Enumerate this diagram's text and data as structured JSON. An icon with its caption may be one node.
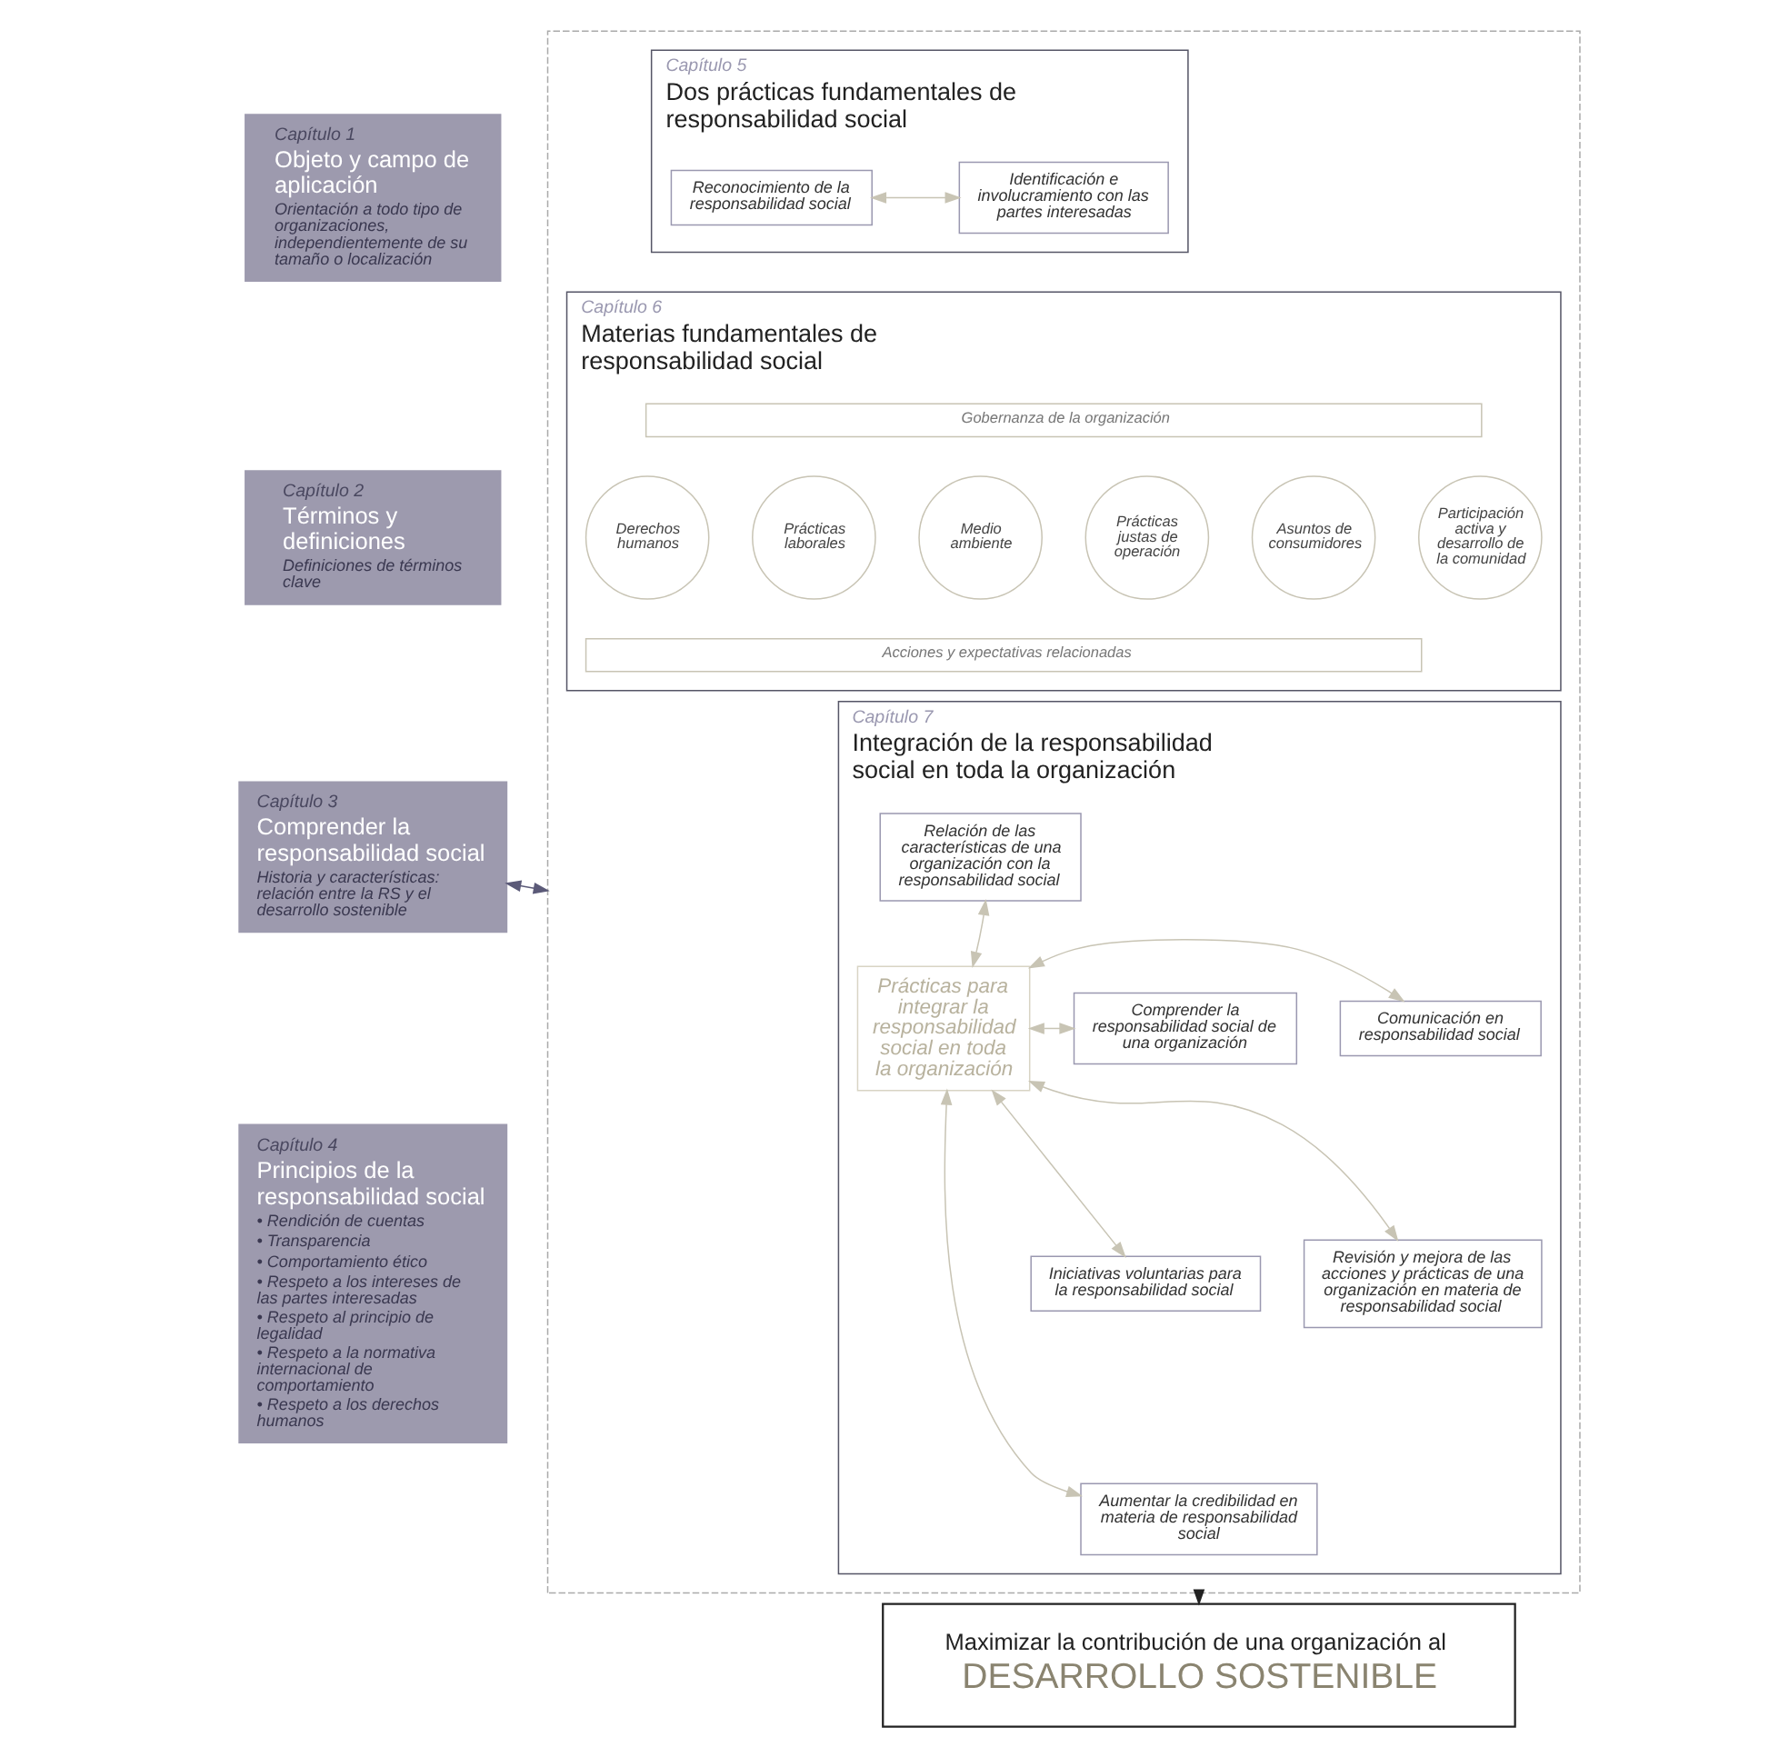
{
  "diagram": {
    "nodes": [
      {
        "text": [
          "Capítulo 1",
          "Objeto y campo de aplicación",
          "Orientación a todo tipo de organizaciones, independientemente de su tamaño o localización"
        ]
      },
      {
        "text": [
          "Capítulo 2",
          "Términos y definiciones",
          "Definiciones de términos clave"
        ]
      },
      {
        "text": [
          "Capítulo 3",
          "Comprender la responsabilidad social",
          "Historia y características: relación entre la RS y el desarrollo sostenible"
        ]
      },
      {
        "text": [
          "Capítulo 4",
          "Principios de la responsabilidad social",
          "• Rendición de cuentas",
          "• Transparencia",
          "• Comportamiento ético",
          "• Respeto a los intereses de las partes interesadas",
          "• Respeto al principio de legalidad",
          "• Respeto a la normativa internacional de comportamiento",
          "• Respeto a los derechos humanos"
        ]
      },
      {
        "text": [],
        "shape": "box"
      },
      {
        "text": [
          "Capítulo 5",
          "Dos prácticas fundamentales de responsabilidad social"
        ],
        "in": 4
      },
      {
        "text": [
          "Reconocimiento de la responsabilidad social"
        ],
        "in": 5
      },
      {
        "text": [
          "Identificación e involucramiento con las partes interesadas"
        ],
        "in": 5
      },
      {
        "text": [
          "Capítulo 6",
          "Materias fundamentales de responsabilidad social"
        ],
        "in": 4
      },
      {
        "text": [
          "Gobernanza de la organización"
        ],
        "in": 8
      },
      {
        "text": [
          "Derechos humanos"
        ],
        "in": 8
      },
      {
        "text": [
          "Prácticas laborales"
        ],
        "in": 8
      },
      {
        "text": [
          "Medio ambiente"
        ],
        "in": 8
      },
      {
        "text": [
          "Prácticas justas de operación"
        ],
        "in": 8
      },
      {
        "text": [
          "Asuntos de consumidores"
        ],
        "in": 8
      },
      {
        "text": [
          "Participación activa y desarrollo de la comunidad"
        ],
        "in": 8
      },
      {
        "text": [
          "Acciones y expectativas relacionadas"
        ],
        "in": 8
      },
      {
        "text": [
          "Capítulo 7",
          "Integración de la responsabilidad social en toda la organización"
        ],
        "in": 4
      },
      {
        "text": [
          "Relación de las características de una organización con la responsabilidad social"
        ],
        "in": 17
      },
      {
        "text": [
          "Comunicación en responsabilidad social"
        ],
        "in": 17
      },
      {
        "text": [
          "Prácticas para integrar la responsabilidad social en toda la organización"
        ],
        "in": 17
      },
      {
        "text": [
          "Comprender la responsabilidad social de una organización"
        ],
        "in": 17
      },
      {
        "text": [
          "Revisión y mejora de las acciones y prácticas de una organización en materia de responsabilidad social"
        ],
        "in": 17
      },
      {
        "text": [
          "Iniciativas voluntarias para la responsabilidad social"
        ],
        "in": 17
      },
      {
        "text": [
          "Aumentar la credibilidad en materia de responsabilidad social"
        ],
        "in": 17
      },
      {
        "text": [
          "Maximizar la contribución de una organización al",
          "DESARROLLO SOSTENIBLE"
        ]
      }
    ],
    "edges": [
      {
        "from": 2,
        "to": 4,
        "arrow": "both",
        "color": "#5b5a78"
      },
      {
        "from": 6,
        "to": 7,
        "arrow": "both"
      },
      {
        "from": 20,
        "to": 18,
        "arrow": "both"
      },
      {
        "from": 20,
        "to": 19,
        "arrow": "both"
      },
      {
        "from": 20,
        "to": 21,
        "arrow": "both"
      },
      {
        "from": 20,
        "to": 22,
        "arrow": "both"
      },
      {
        "from": 20,
        "to": 23,
        "arrow": "both"
      },
      {
        "from": 20,
        "to": 24,
        "arrow": "both"
      },
      {
        "from": 4,
        "to": 25,
        "arrow": "to",
        "color": "#222222"
      }
    ]
  }
}
